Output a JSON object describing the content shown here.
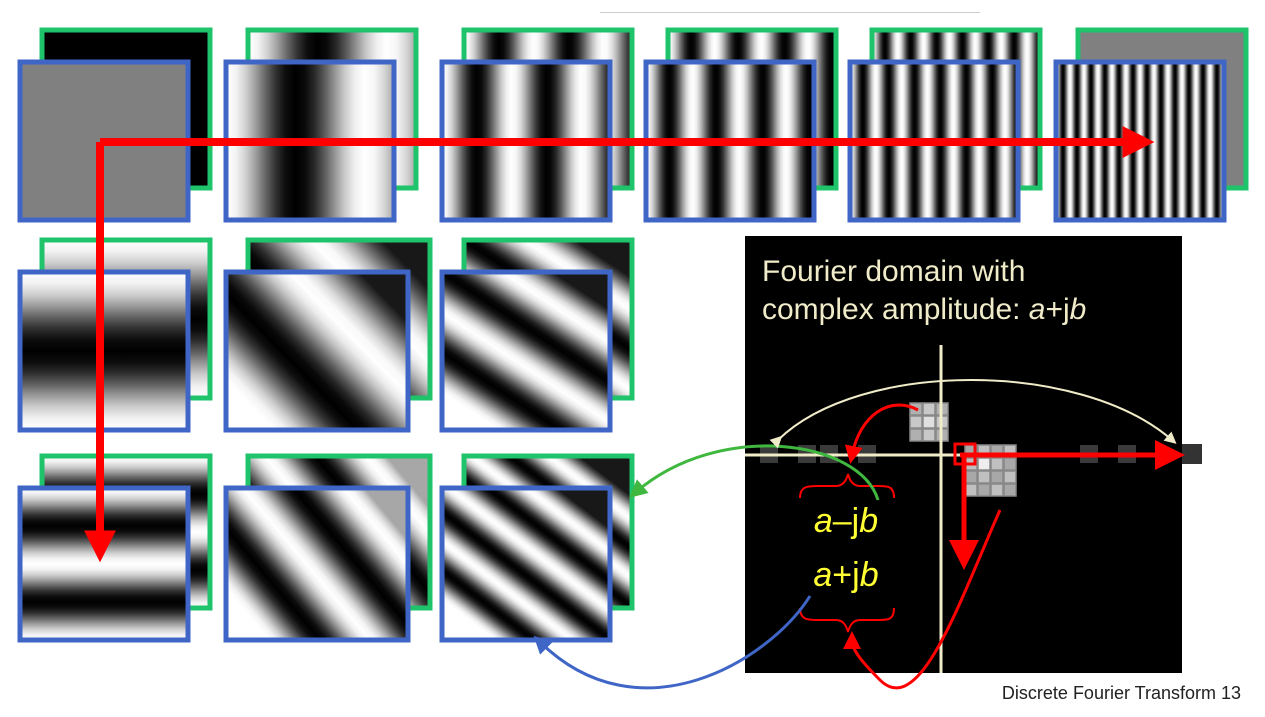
{
  "panel": {
    "title_line1": "Fourier domain with",
    "title_line2_prefix": "complex amplitude: ",
    "title_line2_a": "a",
    "title_line2_mid": "+j",
    "title_line2_b": "b"
  },
  "amplitudes": {
    "minus": {
      "a": "a",
      "op": "–j",
      "b": "b"
    },
    "plus": {
      "a": "a",
      "op": "+j",
      "b": "b"
    }
  },
  "footer": "Discrete Fourier Transform 13",
  "colors": {
    "green_frame": "#1ec36a",
    "blue_frame": "#3f66c6",
    "red_arrow": "#ff0000",
    "green_arrow": "#40b840",
    "blue_arrow": "#3f66c6",
    "cream": "#f0ebc8",
    "yellow": "#ffff33"
  }
}
